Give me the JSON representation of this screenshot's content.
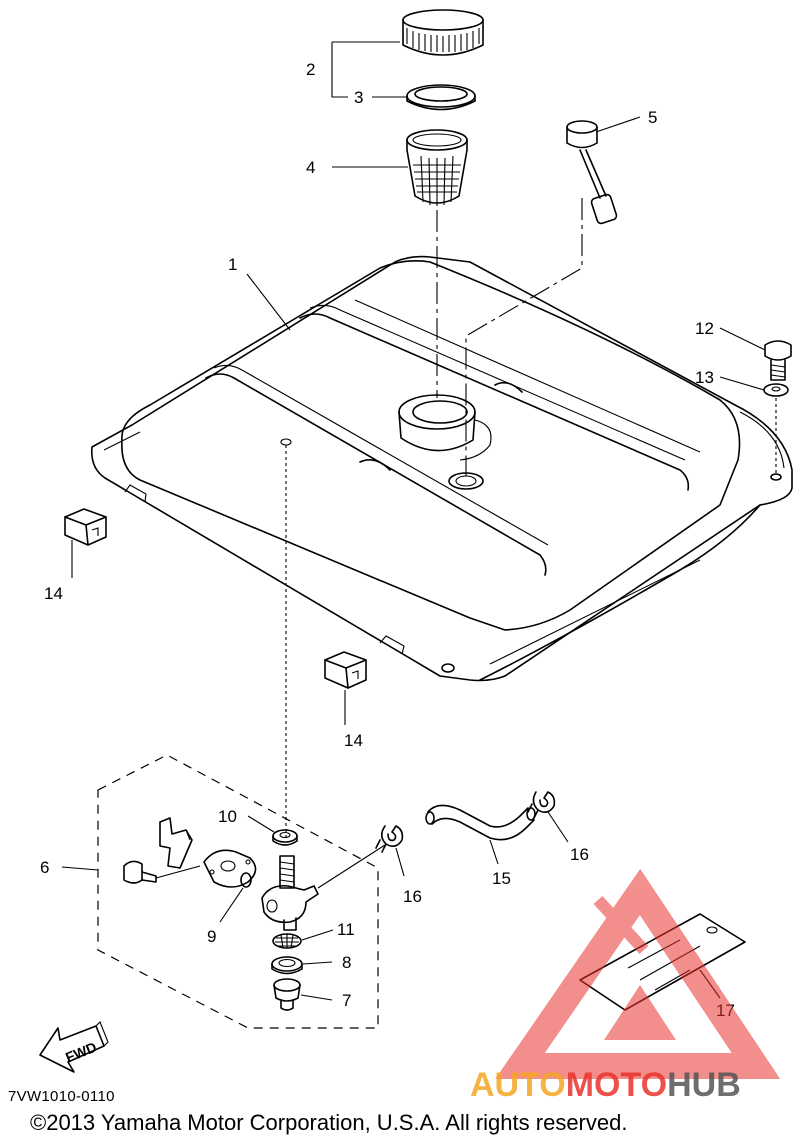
{
  "callouts": {
    "c1": "1",
    "c2": "2",
    "c3": "3",
    "c4": "4",
    "c5": "5",
    "c6": "6",
    "c7": "7",
    "c8": "8",
    "c9": "9",
    "c10": "10",
    "c11": "11",
    "c12": "12",
    "c13": "13",
    "c14a": "14",
    "c14b": "14",
    "c15": "15",
    "c16a": "16",
    "c16b": "16",
    "c17": "17"
  },
  "fwd_label": "FWD",
  "diagram_code": "7VW1010-0110",
  "copyright": "©2013 Yamaha Motor Corporation, U.S.A. All rights reserved.",
  "watermark": {
    "word_part1": "AUTO",
    "word_part2": "MOTO",
    "word_part3": "HUB",
    "color_red": "#e9332d",
    "color_orange": "#f5a623",
    "color_gray": "#555555"
  }
}
